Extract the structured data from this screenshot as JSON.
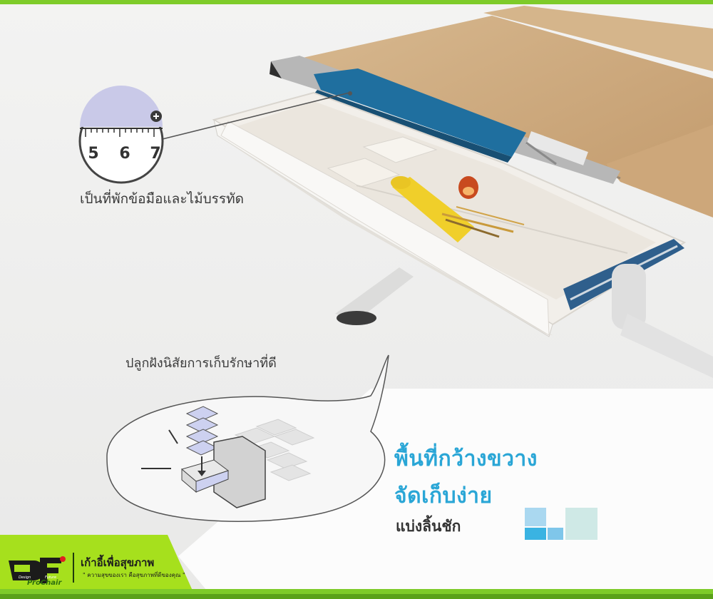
{
  "ruler_callout": {
    "ticks": [
      "5",
      "6",
      "7"
    ],
    "caption": "เป็นที่พักข้อมือและไม้บรรทัด"
  },
  "habit_callout": {
    "caption": "ปลูกฝังนิสัยการเก็บรักษาที่ดี"
  },
  "headline": {
    "line1": "พื้นที่กว้างขวาง",
    "line2": "จัดเก็บง่าย",
    "subtitle": "แบ่งลิ้นชัก"
  },
  "footer": {
    "title": "เก้าอี้เพื่อสุขภาพ",
    "slogan": "\" ความสุขของเรา คือสุขภาพที่ดีของคุณ \"",
    "brand": "ProChair",
    "logo_tag_left": "Design",
    "logo_tag_right": "Future"
  },
  "colors": {
    "accent_green": "#7ecb2a",
    "headline_blue": "#2aa6d6",
    "rest_blue": "#1f6f9f",
    "desk_wood": "#c9a67b"
  },
  "icons": [
    "plus-icon",
    "compartment-grid-icon",
    "drawer-box-icon",
    "prochair-logo"
  ]
}
